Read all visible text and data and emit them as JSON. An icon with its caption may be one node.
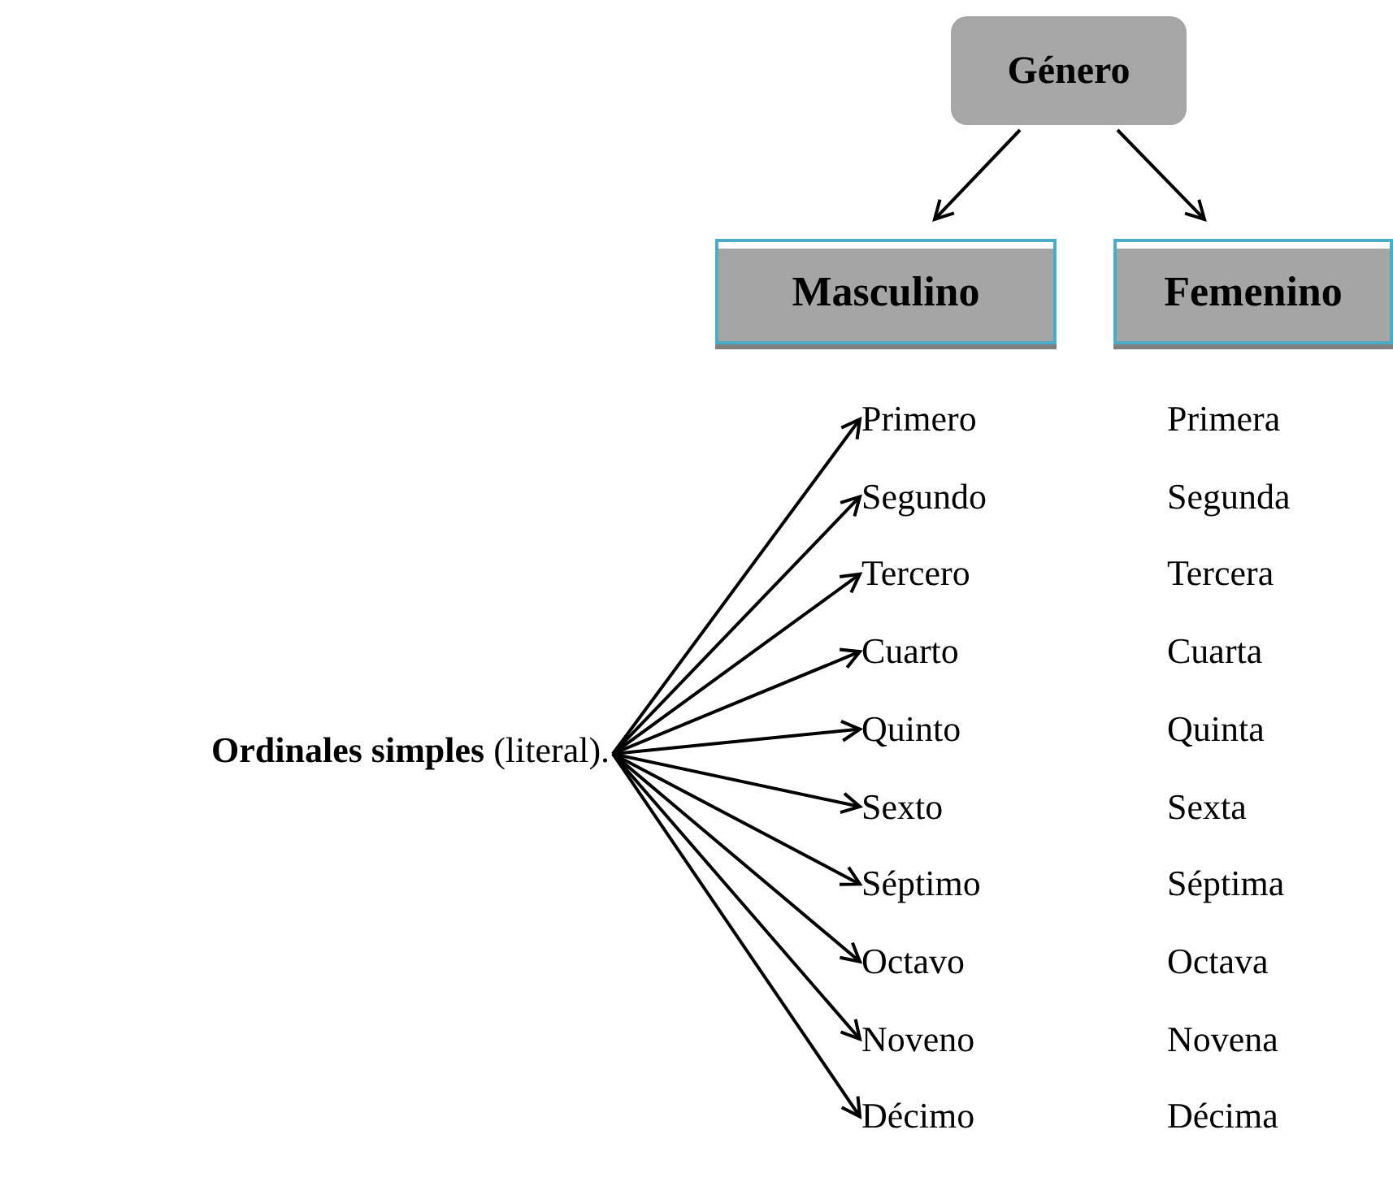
{
  "diagram": {
    "nodes": [
      {
        "text": [
          "Género"
        ]
      },
      {
        "text": [
          "Masculino"
        ]
      },
      {
        "text": [
          "Femenino"
        ]
      },
      {
        "text": [
          "**Ordinales simples** (literal)."
        ]
      },
      {
        "text": [
          "Primero"
        ]
      },
      {
        "text": [
          "Segundo"
        ]
      },
      {
        "text": [
          "Tercero"
        ]
      },
      {
        "text": [
          "Cuarto"
        ]
      },
      {
        "text": [
          "Quinto"
        ]
      },
      {
        "text": [
          "Sexto"
        ]
      },
      {
        "text": [
          "Séptimo"
        ]
      },
      {
        "text": [
          "Octavo"
        ]
      },
      {
        "text": [
          "Noveno"
        ]
      },
      {
        "text": [
          "Décimo"
        ]
      }
    ],
    "edges": [
      {
        "from": 0,
        "to": 1,
        "arrow": "to"
      },
      {
        "from": 0,
        "to": 2,
        "arrow": "to"
      },
      {
        "from": 3,
        "to": 4,
        "arrow": "to"
      },
      {
        "from": 3,
        "to": 5,
        "arrow": "to"
      },
      {
        "from": 3,
        "to": 6,
        "arrow": "to"
      },
      {
        "from": 3,
        "to": 7,
        "arrow": "to"
      },
      {
        "from": 3,
        "to": 8,
        "arrow": "to"
      },
      {
        "from": 3,
        "to": 9,
        "arrow": "to"
      },
      {
        "from": 3,
        "to": 10,
        "arrow": "to"
      },
      {
        "from": 3,
        "to": 11,
        "arrow": "to"
      },
      {
        "from": 3,
        "to": 12,
        "arrow": "to"
      },
      {
        "from": 3,
        "to": 13,
        "arrow": "to"
      }
    ],
    "labels": [
      "Primera",
      "Segunda",
      "Tercera",
      "Cuarta",
      "Quinta",
      "Sexta",
      "Séptima",
      "Octava",
      "Novena",
      "Décima"
    ]
  }
}
